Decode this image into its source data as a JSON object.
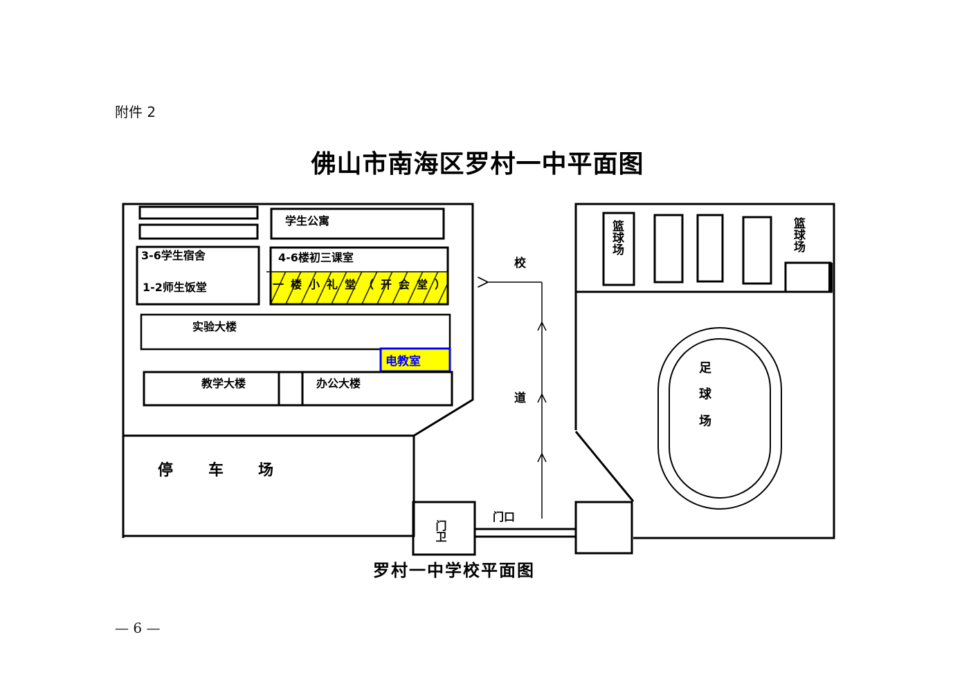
{
  "attachment_label": "附件 2",
  "title": "佛山市南海区罗村一中平面图",
  "plan": {
    "caption": "罗村一中学校平面图",
    "buildings": {
      "student_apartment": "学生公寓",
      "dorm": "3-6学生宿舍",
      "canteen": "1-2师生饭堂",
      "grade9_classrooms": "4-6楼初三课室",
      "small_hall": "一楼小礼堂（开会堂）",
      "lab_building": "实验大楼",
      "av_room": "电教室",
      "teaching_building": "教学大楼",
      "office_building": "办公大楼"
    },
    "parking": [
      "停",
      "车",
      "场"
    ],
    "road": [
      "校",
      "道"
    ],
    "gate_label": "门口",
    "guard_label": "门卫",
    "basketball_left": "篮球场",
    "basketball_right": "篮球场",
    "football": [
      "足",
      "球",
      "场"
    ],
    "colors": {
      "hall_fill": "#ffff00",
      "av_border": "#0000ff",
      "av_text": "#0000ff"
    }
  },
  "page_number": "— 6 —"
}
